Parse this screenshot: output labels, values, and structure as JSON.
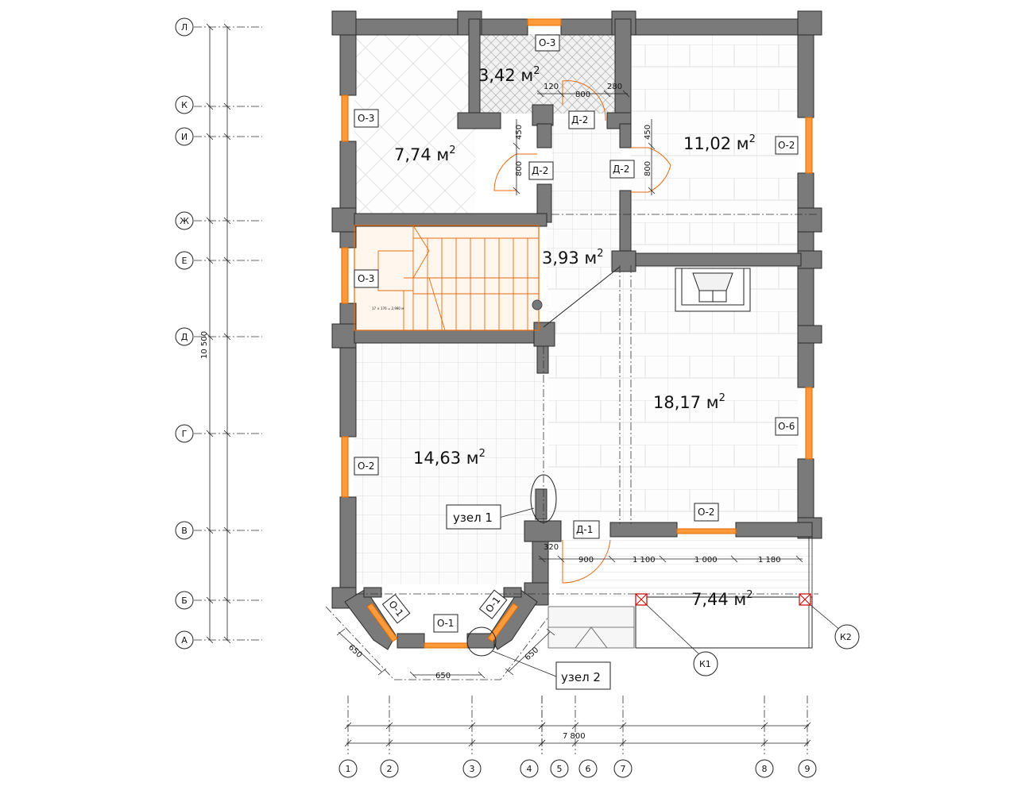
{
  "rooms": [
    {
      "value": "3,42 м",
      "sup": "2"
    },
    {
      "value": "7,74 м",
      "sup": "2"
    },
    {
      "value": "11,02 м",
      "sup": "2"
    },
    {
      "value": "3,93 м",
      "sup": "2"
    },
    {
      "value": "18,17 м",
      "sup": "2"
    },
    {
      "value": "14,63 м",
      "sup": "2"
    },
    {
      "value": "7,44 м",
      "sup": "2"
    }
  ],
  "tags": {
    "o3": "О-3",
    "o2": "О-2",
    "o1": "О-1",
    "o6": "О-6",
    "d1": "Д-1",
    "d2": "Д-2"
  },
  "dims": {
    "d120": "120",
    "d800": "800",
    "d280": "280",
    "d450": "450",
    "d320": "320",
    "d900": "900",
    "d1100": "1 100",
    "d1000": "1 000",
    "d1180": "1 180",
    "d650": "650",
    "total_h": "10 500",
    "total_w": "7 800"
  },
  "axes_rows": [
    "Л",
    "К",
    "И",
    "Ж",
    "Е",
    "Д",
    "Г",
    "В",
    "Б",
    "А"
  ],
  "axes_cols": [
    "1",
    "2",
    "3",
    "4",
    "5",
    "6",
    "7",
    "8",
    "9"
  ],
  "callouts": {
    "node1": "узел 1",
    "node2": "узел 2",
    "k1": "К1",
    "k2": "К2"
  },
  "stair_note": "17 × 176 = 2,990 м",
  "colors": {
    "wall": "#7a7a7a",
    "window": "#ff9a3c",
    "door": "#e86a10"
  }
}
